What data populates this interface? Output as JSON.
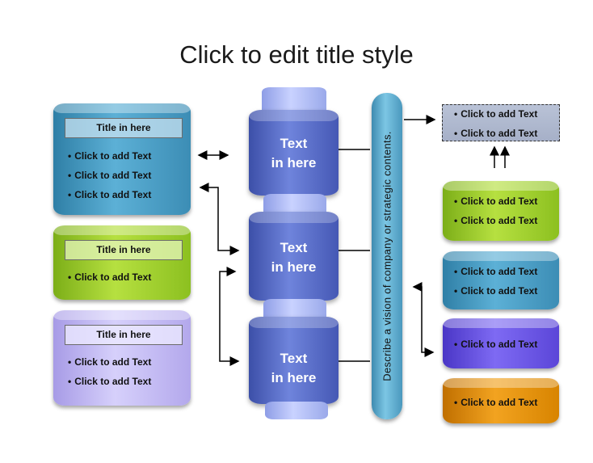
{
  "slide": {
    "title": "Click to edit title style",
    "left_panels": [
      {
        "title": "Title in here",
        "items": [
          "Click to add Text",
          "Click to add Text",
          "Click to add Text"
        ]
      },
      {
        "title": "Title in here",
        "items": [
          "Click to add Text"
        ]
      },
      {
        "title": "Title in here",
        "items": [
          "Click to add Text",
          "Click to add Text"
        ]
      }
    ],
    "center_drums": [
      {
        "line1": "Text",
        "line2": "in here"
      },
      {
        "line1": "Text",
        "line2": "in here"
      },
      {
        "line1": "Text",
        "line2": "in here"
      }
    ],
    "vision_text": "Describe a vision of company or strategic contents.",
    "top_right_box": {
      "items": [
        "Click to add Text",
        "Click to add Text"
      ]
    },
    "right_panels": [
      {
        "items": [
          "Click to add Text",
          "Click to add Text"
        ]
      },
      {
        "items": [
          "Click to add Text",
          "Click to add Text"
        ]
      },
      {
        "items": [
          "Click to add Text"
        ]
      },
      {
        "items": [
          "Click to add Text"
        ]
      }
    ]
  }
}
